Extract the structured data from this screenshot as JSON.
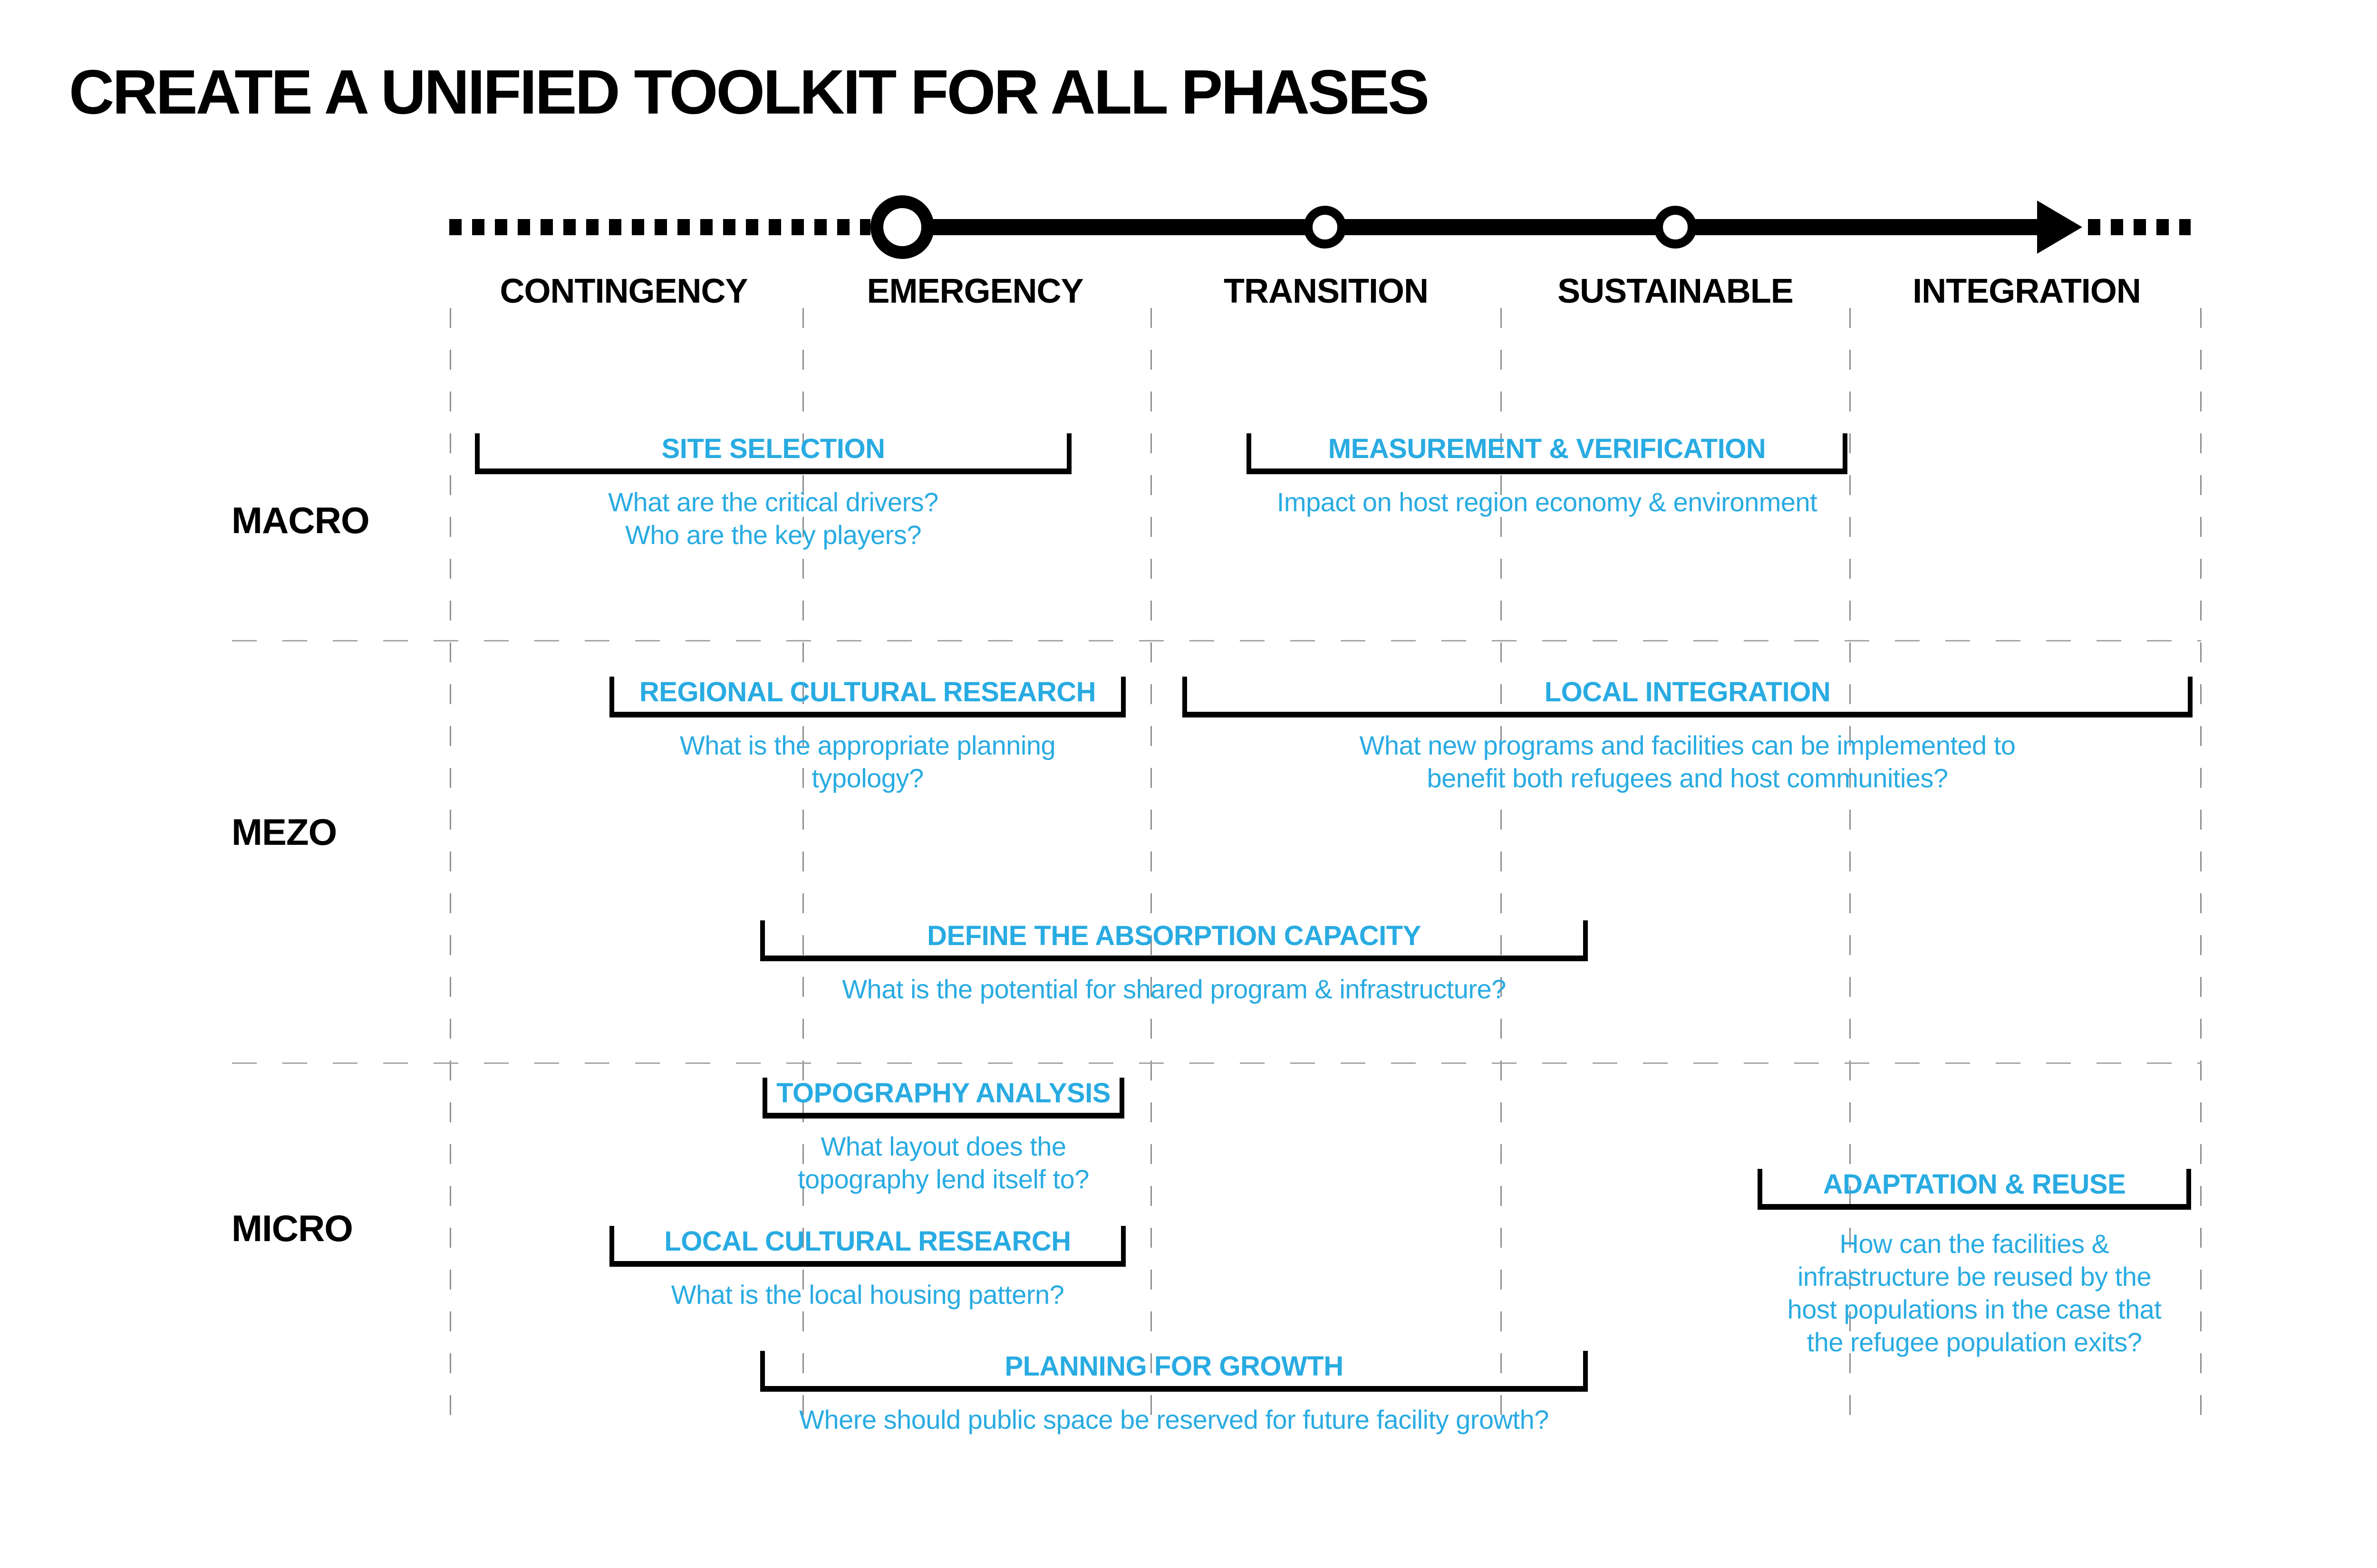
{
  "title": "CREATE A UNIFIED TOOLKIT FOR ALL PHASES",
  "timeline": {
    "phases": [
      "CONTINGENCY",
      "EMERGENCY",
      "TRANSITION",
      "SUSTAINABLE",
      "INTEGRATION"
    ]
  },
  "rows": {
    "macro": {
      "label": "MACRO"
    },
    "mezo": {
      "label": "MEZO"
    },
    "micro": {
      "label": "MICRO"
    }
  },
  "items": {
    "site_selection": {
      "heading": "SITE SELECTION",
      "questions": [
        "What are the critical drivers?",
        "Who are the key players?"
      ]
    },
    "measurement_verification": {
      "heading": "MEASUREMENT & VERIFICATION",
      "questions": [
        "Impact on host region economy & environment"
      ]
    },
    "regional_cultural_research": {
      "heading": "REGIONAL CULTURAL RESEARCH",
      "questions": [
        "What is the appropriate planning",
        "typology?"
      ]
    },
    "local_integration": {
      "heading": "LOCAL INTEGRATION",
      "questions": [
        "What new programs and facilities can be implemented to",
        "benefit both refugees and host communities?"
      ]
    },
    "define_absorption_capacity": {
      "heading": "DEFINE THE ABSORPTION CAPACITY",
      "questions": [
        "What is the potential for shared program & infrastructure?"
      ]
    },
    "topography_analysis": {
      "heading": "TOPOGRAPHY ANALYSIS",
      "questions": [
        "What layout does the",
        "topography lend itself to?"
      ]
    },
    "local_cultural_research": {
      "heading": "LOCAL CULTURAL RESEARCH",
      "questions": [
        "What is the local housing pattern?"
      ]
    },
    "planning_for_growth": {
      "heading": "PLANNING FOR GROWTH",
      "questions": [
        "Where should public space be reserved for future facility growth?"
      ]
    },
    "adaptation_reuse": {
      "heading": "ADAPTATION & REUSE",
      "questions": [
        "How can the facilities &",
        "infrastructure be reused by the",
        "host populations in the case that",
        "the refugee population exits?"
      ]
    }
  },
  "colors": {
    "accent_blue": "#29ABE2",
    "ink_black": "#000000",
    "gridline_gray": "#9B9B9B"
  }
}
